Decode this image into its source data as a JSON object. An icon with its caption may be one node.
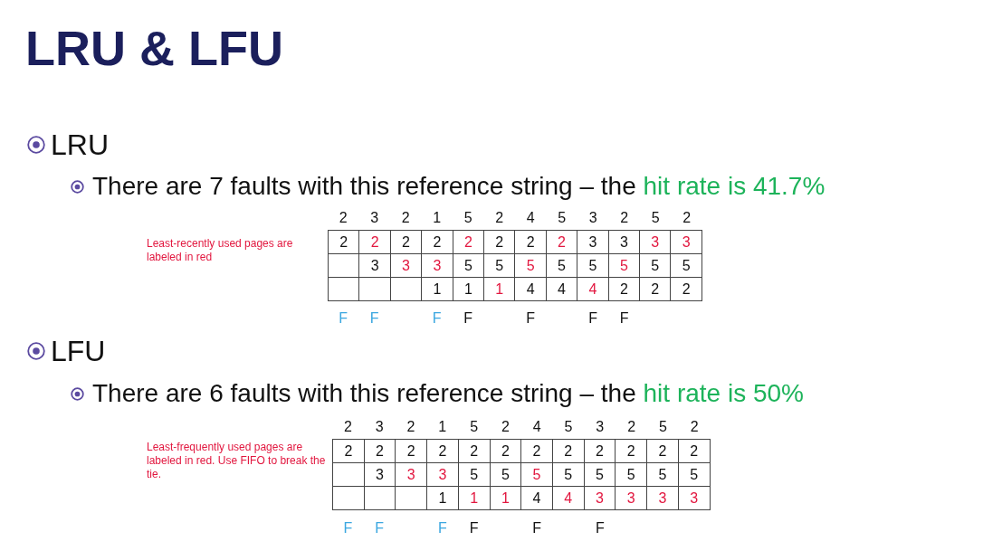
{
  "diagram": {
    "title": "LRU & LFU",
    "labels": [
      "LRU",
      "There are 7 faults with this reference string – the",
      "hit rate is 41.7%",
      "2",
      "3",
      "2",
      "1",
      "5",
      "2",
      "4",
      "5",
      "3",
      "2",
      "5",
      "2",
      "Least-recently used pages are labeled in red",
      "2",
      "2",
      "2",
      "2",
      "2",
      "2",
      "2",
      "2",
      "3",
      "3",
      "3",
      "3",
      "3",
      "3",
      "3",
      "5",
      "5",
      "5",
      "5",
      "5",
      "5",
      "5",
      "5",
      "1",
      "1",
      "1",
      "4",
      "4",
      "4",
      "2",
      "2",
      "2",
      "F",
      "F",
      "F",
      "F",
      "F",
      "F",
      "F",
      "LFU",
      "There are 6 faults with this reference string – the",
      "hit rate is 50%",
      "2",
      "3",
      "2",
      "1",
      "5",
      "2",
      "4",
      "5",
      "3",
      "2",
      "5",
      "2",
      "Least-frequently used pages are  labeled in red. Use FIFO to break the tie.",
      "2",
      "2",
      "2",
      "2",
      "2",
      "2",
      "2",
      "2",
      "2",
      "2",
      "2",
      "2",
      "3",
      "3",
      "3",
      "5",
      "5",
      "5",
      "5",
      "5",
      "5",
      "5",
      "5",
      "1",
      "1",
      "1",
      "4",
      "4",
      "3",
      "3",
      "3",
      "3",
      "F",
      "F",
      "F",
      "F",
      "F",
      "F"
    ]
  }
}
